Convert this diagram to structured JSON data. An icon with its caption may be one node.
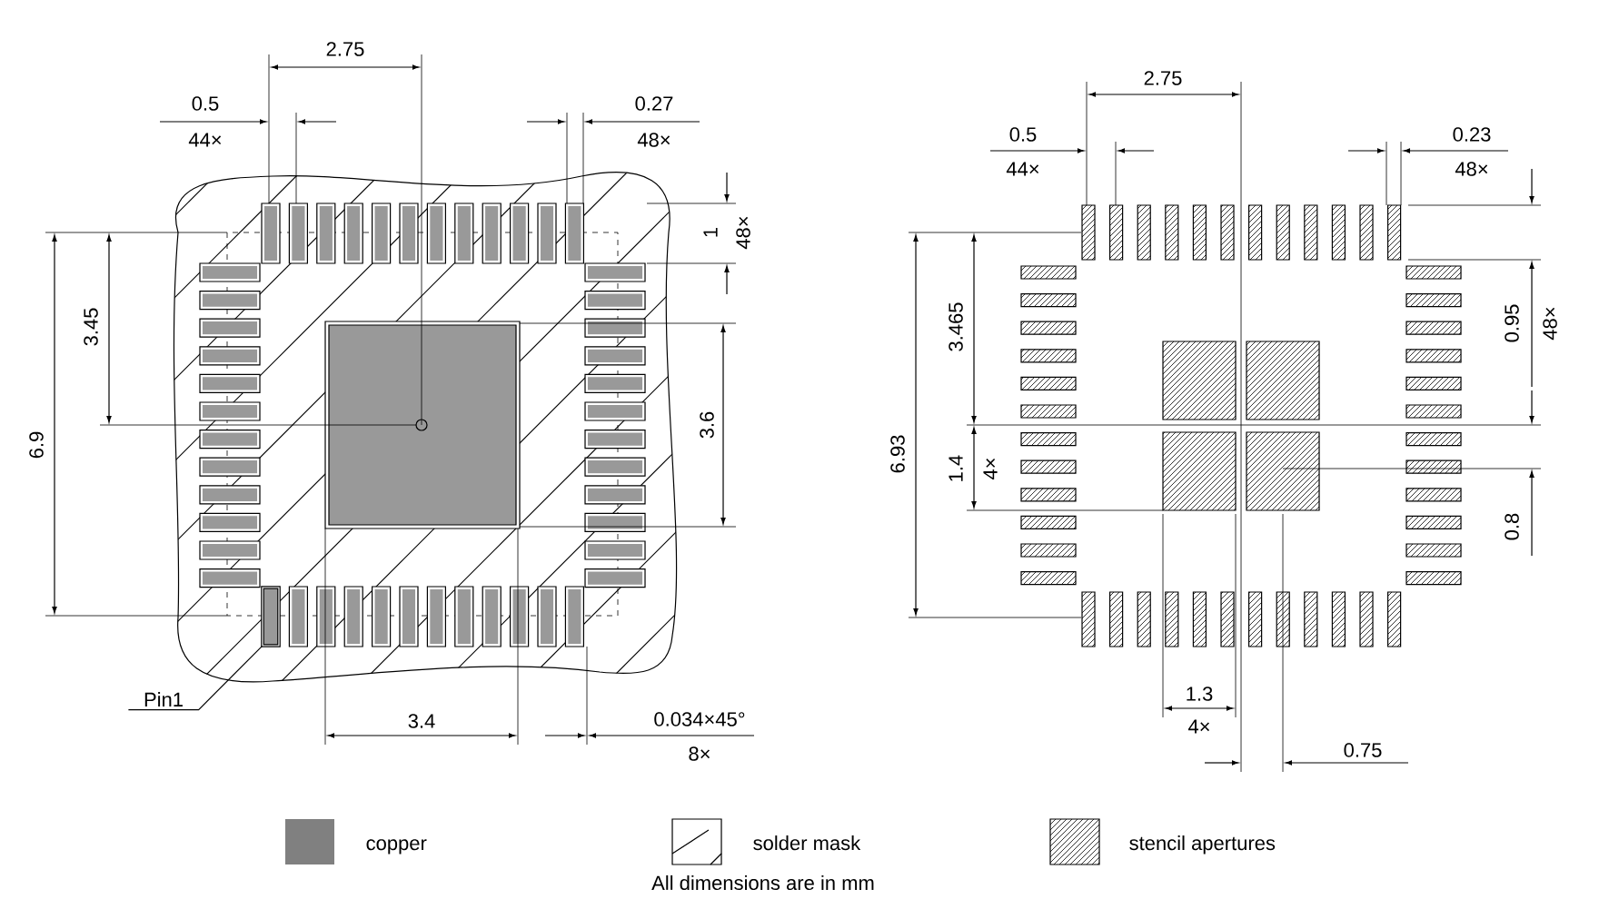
{
  "diagram": {
    "caption": "All dimensions are in mm",
    "nodes": [
      {
        "text": [
          "Pin1"
        ]
      },
      {
        "text": [],
        "shape": "box"
      }
    ],
    "edges": [
      {
        "from": 0,
        "to": 1,
        "arrow": "none"
      }
    ],
    "labels": [
      "2.75",
      "0.5",
      "44×",
      "0.27",
      "48×",
      "2.75",
      "0.5",
      "44×",
      "0.23",
      "48×",
      "1",
      "48×",
      "3.45",
      "6.9",
      "3.6",
      "3.465",
      "6.93",
      "0.95",
      "48×",
      "1.4",
      "4×",
      "0.8",
      "3.4",
      "0.034×45°",
      "8×",
      "1.3",
      "4×",
      "0.75"
    ],
    "legend": [
      {
        "text": "copper",
        "color": "#808080"
      },
      {
        "text": "solder mask"
      },
      {
        "text": "stencil apertures"
      }
    ]
  }
}
